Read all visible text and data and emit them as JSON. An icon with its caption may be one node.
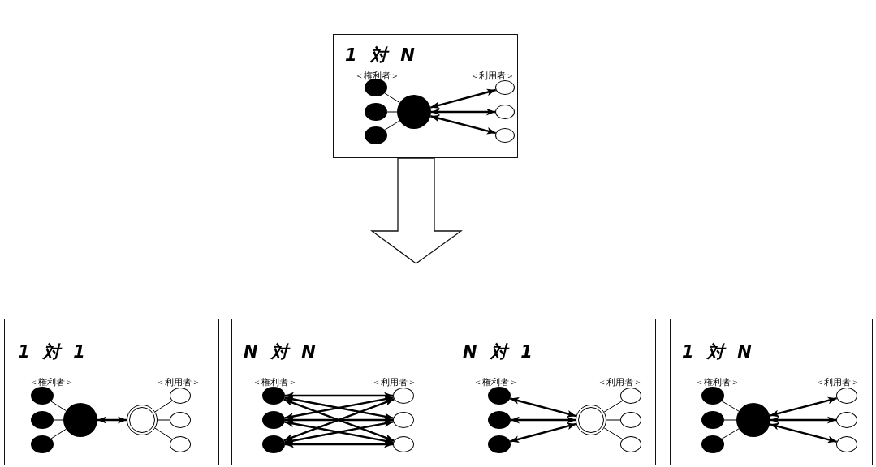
{
  "diagram": {
    "nodes": [
      {
        "text": [
          "1 対 N",
          "＜権利者＞",
          "＜利用者＞"
        ]
      },
      {
        "text": [],
        "shape": "circle",
        "in": 0
      },
      {
        "text": [],
        "shape": "circle",
        "in": 0
      },
      {
        "text": [],
        "shape": "circle",
        "in": 0
      },
      {
        "text": [],
        "shape": "circle",
        "in": 0
      },
      {
        "text": [],
        "shape": "circle",
        "in": 0
      },
      {
        "text": [],
        "shape": "circle",
        "in": 0
      },
      {
        "text": [],
        "shape": "circle",
        "in": 0
      },
      {
        "text": [
          "1 対 1",
          "＜権利者＞",
          "＜利用者＞"
        ]
      },
      {
        "text": [],
        "shape": "circle",
        "in": 8
      },
      {
        "text": [],
        "shape": "circle",
        "in": 8
      },
      {
        "text": [],
        "shape": "circle",
        "in": 8
      },
      {
        "text": [],
        "shape": "circle",
        "in": 8
      },
      {
        "text": [],
        "shape": "circle",
        "in": 8
      },
      {
        "text": [],
        "shape": "circle",
        "in": 8
      },
      {
        "text": [],
        "shape": "circle",
        "in": 8
      },
      {
        "text": [],
        "shape": "circle",
        "in": 8
      },
      {
        "text": [
          "N 対 N",
          "＜権利者＞",
          "＜利用者＞"
        ]
      },
      {
        "text": [],
        "shape": "circle",
        "in": 17
      },
      {
        "text": [],
        "shape": "circle",
        "in": 17
      },
      {
        "text": [],
        "shape": "circle",
        "in": 17
      },
      {
        "text": [],
        "shape": "circle",
        "in": 17
      },
      {
        "text": [],
        "shape": "circle",
        "in": 17
      },
      {
        "text": [],
        "shape": "circle",
        "in": 17
      },
      {
        "text": [
          "N 対 1",
          "＜権利者＞",
          "＜利用者＞"
        ]
      },
      {
        "text": [],
        "shape": "circle",
        "in": 24
      },
      {
        "text": [],
        "shape": "circle",
        "in": 24
      },
      {
        "text": [],
        "shape": "circle",
        "in": 24
      },
      {
        "text": [],
        "shape": "circle",
        "in": 24
      },
      {
        "text": [],
        "shape": "circle",
        "in": 24
      },
      {
        "text": [],
        "shape": "circle",
        "in": 24
      },
      {
        "text": [],
        "shape": "circle",
        "in": 24
      },
      {
        "text": [
          "1 対 N",
          "＜権利者＞",
          "＜利用者＞"
        ]
      },
      {
        "text": [],
        "shape": "circle",
        "in": 32
      },
      {
        "text": [],
        "shape": "circle",
        "in": 32
      },
      {
        "text": [],
        "shape": "circle",
        "in": 32
      },
      {
        "text": [],
        "shape": "circle",
        "in": 32
      },
      {
        "text": [],
        "shape": "circle",
        "in": 32
      },
      {
        "text": [],
        "shape": "circle",
        "in": 32
      },
      {
        "text": [],
        "shape": "circle",
        "in": 32
      }
    ],
    "edges": [
      {
        "from": 1,
        "to": 4,
        "arrow": "none"
      },
      {
        "from": 2,
        "to": 4,
        "arrow": "none"
      },
      {
        "from": 3,
        "to": 4,
        "arrow": "none"
      },
      {
        "from": 4,
        "to": 5,
        "arrow": "both"
      },
      {
        "from": 4,
        "to": 6,
        "arrow": "both"
      },
      {
        "from": 4,
        "to": 7,
        "arrow": "both"
      },
      {
        "from": 0,
        "to": null,
        "arrow": "to"
      },
      {
        "from": 9,
        "to": 12,
        "arrow": "none"
      },
      {
        "from": 10,
        "to": 12,
        "arrow": "none"
      },
      {
        "from": 11,
        "to": 12,
        "arrow": "none"
      },
      {
        "from": 12,
        "to": 13,
        "arrow": "both"
      },
      {
        "from": 13,
        "to": 14,
        "arrow": "none"
      },
      {
        "from": 13,
        "to": 15,
        "arrow": "none"
      },
      {
        "from": 13,
        "to": 16,
        "arrow": "none"
      },
      {
        "from": 18,
        "to": 21,
        "arrow": "both"
      },
      {
        "from": 18,
        "to": 22,
        "arrow": "both"
      },
      {
        "from": 18,
        "to": 23,
        "arrow": "both"
      },
      {
        "from": 19,
        "to": 21,
        "arrow": "both"
      },
      {
        "from": 19,
        "to": 22,
        "arrow": "both"
      },
      {
        "from": 19,
        "to": 23,
        "arrow": "both"
      },
      {
        "from": 20,
        "to": 21,
        "arrow": "both"
      },
      {
        "from": 20,
        "to": 22,
        "arrow": "both"
      },
      {
        "from": 20,
        "to": 23,
        "arrow": "both"
      },
      {
        "from": 28,
        "to": 25,
        "arrow": "both"
      },
      {
        "from": 28,
        "to": 26,
        "arrow": "both"
      },
      {
        "from": 28,
        "to": 27,
        "arrow": "both"
      },
      {
        "from": 28,
        "to": 29,
        "arrow": "none"
      },
      {
        "from": 28,
        "to": 30,
        "arrow": "none"
      },
      {
        "from": 28,
        "to": 31,
        "arrow": "none"
      },
      {
        "from": 33,
        "to": 36,
        "arrow": "none"
      },
      {
        "from": 34,
        "to": 36,
        "arrow": "none"
      },
      {
        "from": 35,
        "to": 36,
        "arrow": "none"
      },
      {
        "from": 36,
        "to": 37,
        "arrow": "both"
      },
      {
        "from": 36,
        "to": 38,
        "arrow": "both"
      },
      {
        "from": 36,
        "to": 39,
        "arrow": "both"
      }
    ]
  }
}
